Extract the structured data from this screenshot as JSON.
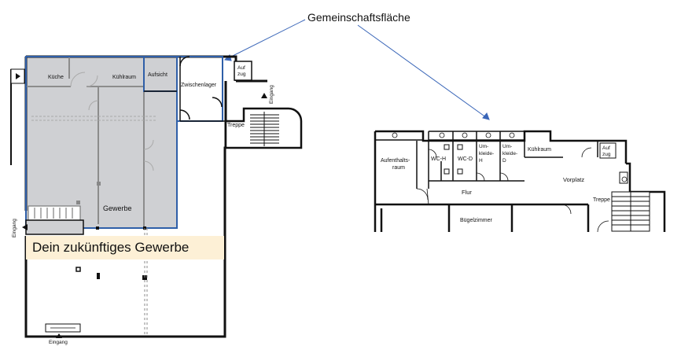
{
  "callout": {
    "title": "Gemeinschaftsfläche"
  },
  "banner": {
    "text": "Dein zukünftiges Gewerbe"
  },
  "left_plan": {
    "rooms": {
      "kueche": "Küche",
      "kuehlraum": "Kühlraum",
      "aufsicht": "Aufsicht",
      "zwischenlager": "Zwischenlager",
      "aufzug_1": "Auf",
      "aufzug_2": "zug",
      "treppe": "Treppe",
      "gewerbe": "Gewerbe"
    },
    "entrances": {
      "right": "Eingang",
      "left": "Eingang",
      "bottom": "Eingang"
    }
  },
  "right_plan": {
    "rooms": {
      "aufenthalt_1": "Aufenthalts-",
      "aufenthalt_2": "raum",
      "wc_h": "WC-H",
      "wc_d": "WC-D",
      "umkleide_h_1": "Um-",
      "umkleide_h_2": "kleide-",
      "umkleide_h_3": "H",
      "umkleide_d_1": "Um-",
      "umkleide_d_2": "kleide-",
      "umkleide_d_3": "D",
      "kuehlraum": "Kühlraum",
      "aufzug_1": "Auf",
      "aufzug_2": "zug",
      "flur": "Flur",
      "vorplatz": "Vorplatz",
      "treppe": "Treppe",
      "buegelzimmer": "Bügelzimmer"
    }
  },
  "colors": {
    "highlight_fill": "#cfd0d3",
    "highlight_border": "#2f5fa8",
    "arrow": "#3a66b8",
    "banner_bg": "#fdf0d6"
  }
}
